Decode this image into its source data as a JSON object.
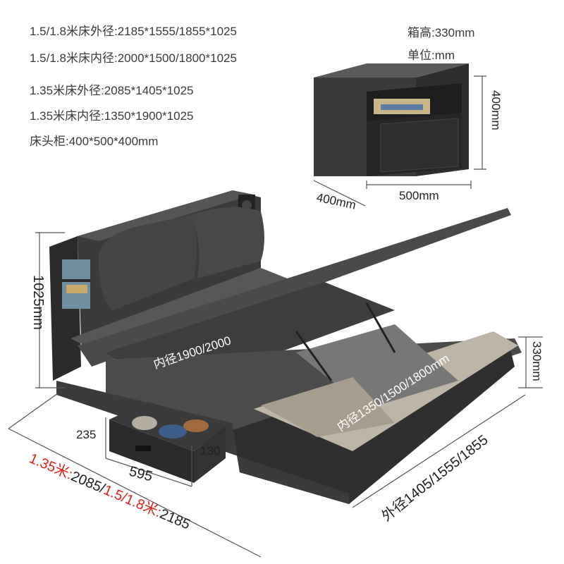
{
  "specs": {
    "line1": "1.5/1.8米床外径:2185*1555/1855*1025",
    "line2": "1.5/1.8米床内径:2000*1500/1800*1025",
    "line3": "1.35米床外径:2085*1405*1025",
    "line4": "1.35米床内径:1350*1900*1025",
    "line5": "床头柜:400*500*400mm"
  },
  "notes": {
    "box_height": "箱高:330mm",
    "unit": "单位:mm"
  },
  "nightstand": {
    "height": "400mm",
    "depth": "400mm",
    "width": "500mm"
  },
  "bed": {
    "height": "1025mm",
    "box_height": "330mm",
    "inner_length": "内径1900/2000",
    "inner_width": "内径1350/1500/1800mm",
    "outer_width": "外径1405/1555/1855",
    "length_prefix_red": "1.35米:",
    "length_mid": "2085/",
    "length_red2": "1.5/1.8米:",
    "length_suffix": "2185"
  },
  "drawer": {
    "height": "235",
    "depth": "130",
    "length": "595"
  }
}
